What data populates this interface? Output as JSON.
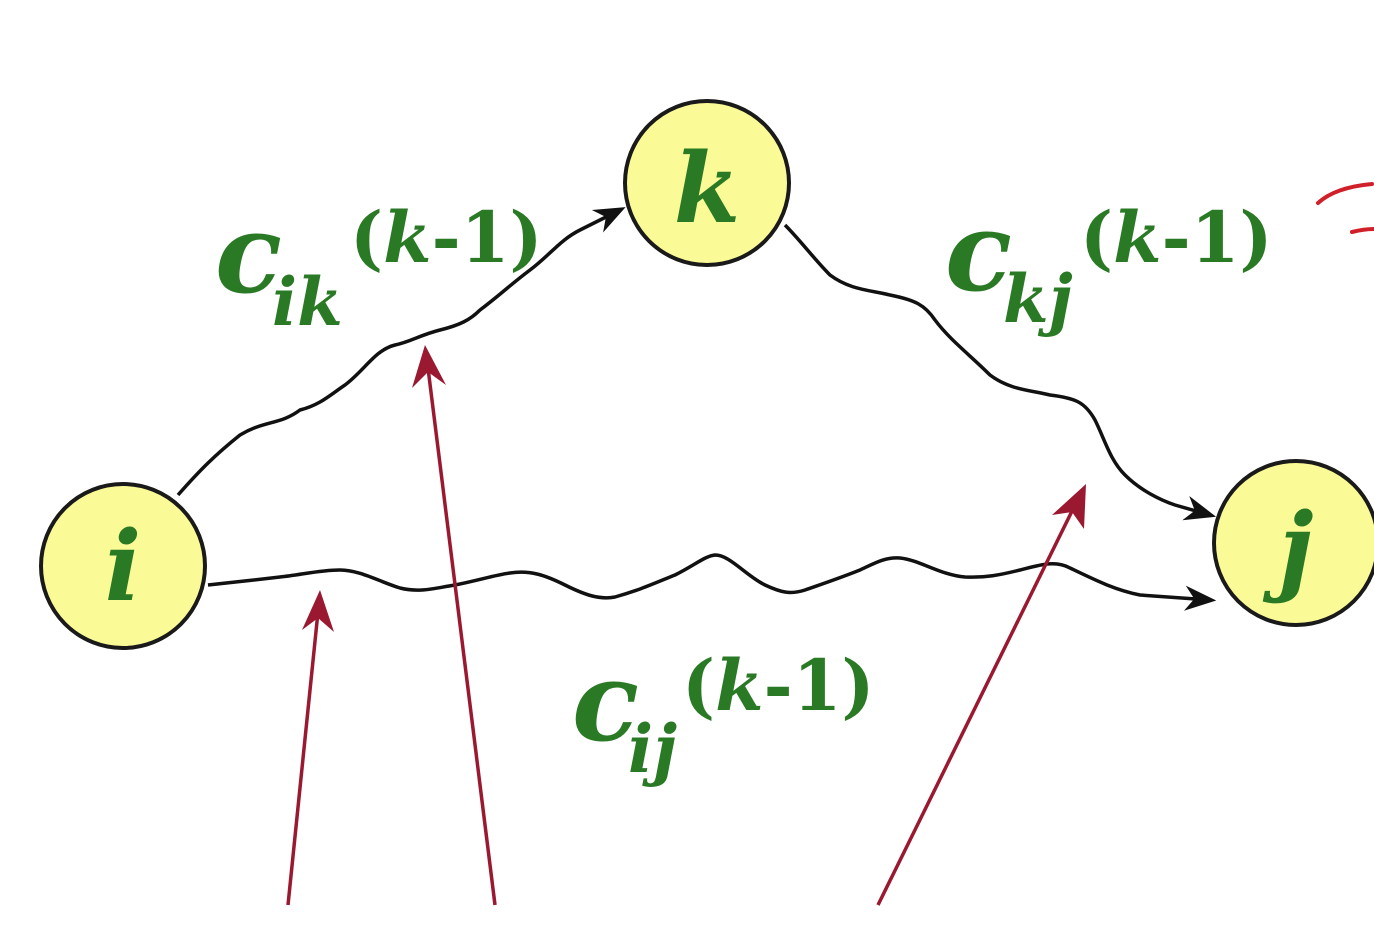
{
  "nodes": {
    "i": {
      "label": "i"
    },
    "k": {
      "label": "k"
    },
    "j": {
      "label": "j"
    }
  },
  "edge_labels": {
    "c_ik": {
      "base": "c",
      "sub": "ik",
      "sup_open": "(",
      "sup_var": "k",
      "sup_rest": "-1)"
    },
    "c_kj": {
      "base": "c",
      "sub": "kj",
      "sup_open": "(",
      "sup_var": "k",
      "sup_rest": "-1)"
    },
    "c_ij": {
      "base": "c",
      "sub": "ij",
      "sup_open": "(",
      "sup_var": "k",
      "sup_rest": "-1)"
    }
  },
  "colors": {
    "node_fill": "#fafa96",
    "label_green": "#2a7a25",
    "pointer_red": "#9a1830",
    "edge_black": "#111111"
  }
}
